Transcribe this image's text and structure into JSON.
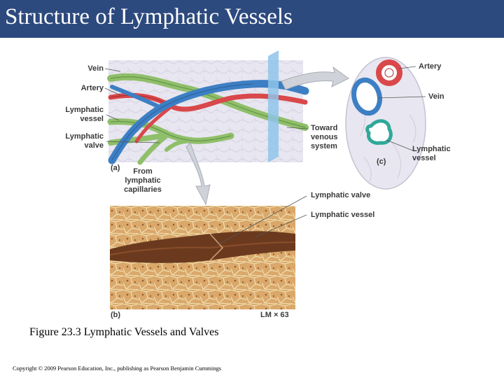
{
  "slide": {
    "title": "Structure of Lymphatic Vessels",
    "caption": "Figure 23.3 Lymphatic Vessels and Valves",
    "copyright": "Copyright © 2009 Pearson Education, Inc., publishing as Pearson Benjamin Cummings"
  },
  "figure": {
    "panel_a": {
      "tag": "(a)",
      "labels": {
        "vein": "Vein",
        "artery": "Artery",
        "lymphatic_vessel": [
          "Lymphatic",
          "vessel"
        ],
        "lymphatic_valve": [
          "Lymphatic",
          "valve"
        ],
        "from_capillaries": [
          "From",
          "lymphatic",
          "capillaries"
        ],
        "toward_venous": [
          "Toward",
          "venous",
          "system"
        ]
      }
    },
    "panel_b": {
      "tag": "(b)",
      "magnification": "LM × 63",
      "labels": {
        "lymphatic_valve": "Lymphatic valve",
        "lymphatic_vessel": "Lymphatic vessel"
      }
    },
    "panel_c": {
      "tag": "(c)",
      "labels": {
        "artery": "Artery",
        "vein": "Vein",
        "lymphatic_vessel": [
          "Lymphatic",
          "vessel"
        ]
      }
    },
    "colors": {
      "title_bar": "#2d4a7e",
      "artery": "#d9484a",
      "vein": "#3d7fc4",
      "lymphatic": "#8fbf6a",
      "tissue": "#e8e4ef",
      "micrograph_bg": "#d9a86a",
      "micrograph_vessel": "#6b3a1e"
    }
  }
}
